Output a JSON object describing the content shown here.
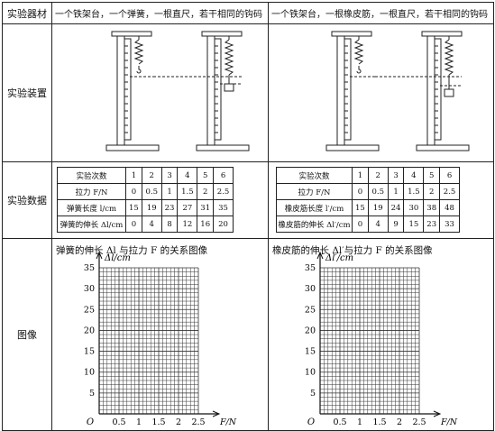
{
  "row_labels": {
    "equipment": "实验器材",
    "apparatus": "实验装置",
    "data": "实验数据",
    "graph": "图像"
  },
  "equipment": {
    "left": "一个铁架台，一个弹簧，一根直尺，若干相同的钩码",
    "right": "一个铁架台，一根橡皮筋，一根直尺，若干相同的钩码"
  },
  "spring_table": {
    "rows": [
      {
        "label": "实验次数",
        "cells": [
          "1",
          "2",
          "3",
          "4",
          "5",
          "6"
        ]
      },
      {
        "label": "拉力 F/N",
        "cells": [
          "0",
          "0.5",
          "1",
          "1.5",
          "2",
          "2.5"
        ]
      },
      {
        "label": "弹簧长度 l/cm",
        "cells": [
          "15",
          "19",
          "23",
          "27",
          "31",
          "35"
        ]
      },
      {
        "label": "弹簧的伸长 Δl/cm",
        "cells": [
          "0",
          "4",
          "8",
          "12",
          "16",
          "20"
        ]
      }
    ]
  },
  "rubber_table": {
    "rows": [
      {
        "label": "实验次数",
        "cells": [
          "1",
          "2",
          "3",
          "4",
          "5",
          "6"
        ]
      },
      {
        "label": "拉力 F/N",
        "cells": [
          "0",
          "0.5",
          "1",
          "1.5",
          "2",
          "2.5"
        ]
      },
      {
        "label": "橡皮筋长度 l′/cm",
        "cells": [
          "15",
          "19",
          "24",
          "30",
          "38",
          "48"
        ]
      },
      {
        "label": "橡皮筋的伸长 Δl′/cm",
        "cells": [
          "0",
          "4",
          "9",
          "15",
          "23",
          "33"
        ]
      }
    ]
  },
  "graph_left": {
    "title": "弹簧的伸长 Δl 与拉力 F 的关系图像",
    "ylabel": "Δl/cm",
    "xlabel": "F/N",
    "origin": "O",
    "yticks": [
      "5",
      "10",
      "15",
      "20",
      "25",
      "30",
      "35"
    ],
    "xticks": [
      "0.5",
      "1",
      "1.5",
      "2",
      "2.5"
    ]
  },
  "graph_right": {
    "title": "橡皮筋的伸长 Δl′与拉力 F 的关系图像",
    "ylabel": "Δl′/cm",
    "xlabel": "F/N",
    "origin": "O",
    "yticks": [
      "5",
      "10",
      "15",
      "20",
      "25",
      "30",
      "35"
    ],
    "xticks": [
      "0.5",
      "1",
      "1.5",
      "2",
      "2.5"
    ]
  }
}
